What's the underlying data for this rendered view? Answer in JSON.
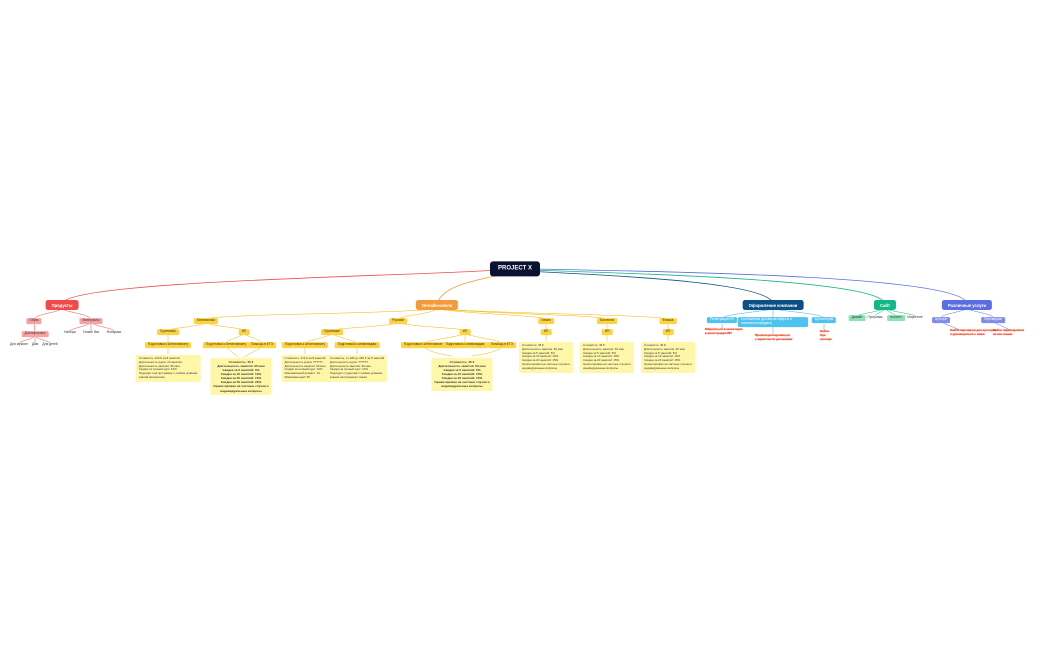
{
  "root": {
    "label": "PROJECT X"
  },
  "branches": {
    "products": {
      "label": "Продукты",
      "color": "#f04b4b"
    },
    "courses": {
      "label": "Онлайн-школа",
      "color": "#f59a3b"
    },
    "company": {
      "label": "Оформление компании",
      "color": "#0a4f86"
    },
    "smm": {
      "label": "Сайт",
      "color": "#12b886"
    },
    "services": {
      "label": "Различные услуги",
      "color": "#5b6ee1"
    }
  },
  "products": {
    "a": "Обувь",
    "b": "Материалы",
    "a1": "Для взрослых",
    "a1a": "Для мужчин",
    "a1b": "Дам",
    "a1c": "Для детей",
    "b1": "Наборы",
    "b2": "Тонкие бин",
    "b3": "Фонарики"
  },
  "courses": {
    "math": "Математика",
    "rus": "Русский",
    "chem": "Химия",
    "bio": "Биология",
    "phys": "Физика",
    "m_group": "Групповые",
    "m_ind": "ИП",
    "r_group": "Групповые",
    "r_ind": "ИП",
    "m_g1": "Подготовка к Антиплагиату",
    "m_i1": "Подготовка к Антиплагиату",
    "m_i2": "Помощь в ЕГЭ",
    "r_g1": "Подготовка к Антиплагиату",
    "r_g2": "Подготовка к олимпиадам",
    "r_i1": "Подготовка к Антиплагиату",
    "r_i2": "Подготовка к олимпиадам",
    "r_i3": "Помощь в ЕГЭ",
    "chem_ip": "ИП",
    "bio_ip": "ИП",
    "phys_ip": "ИП",
    "note_mg": [
      "Стоимость: 220 € за 8 занятий",
      "Длительность курса: 24 занятия",
      "Длительность занятия: 90 мин",
      "Скидки за полный курс: 10%",
      "Подходит под программу с любым уровнем",
      "знаний математики"
    ],
    "note_mi": [
      "Стоимость: 45 €",
      "Длительность занятия: 60 мин",
      "Скидка за 5 занятий: 5%",
      "Скидка за 10 занятий: 10%",
      "Скидка за 20 занятий: 15%",
      "Скидка за 50 занятий: 20%",
      "Ориентирован на частные случаи и",
      "индивидуальные вопросы"
    ],
    "note_rg1": [
      "Стоимость: 274 € за 8 занятий",
      "Длительность курса: ??????",
      "Длительность занятия: 90 мин",
      "Скидки за полный курс: 10%",
      "Минимальный возраст: 16",
      "Максимальный: 65"
    ],
    "note_rg2": [
      "Стоимость: от 180 до 220 € за 8 занятий",
      "Длительность курса: ??????",
      "Длительность занятия: 90 мин",
      "Скидки за полный курс: 10%",
      "Подходит студентам с любым уровнем",
      "знания иностранного языка"
    ],
    "note_ri": [
      "Стоимость: 45 €",
      "Длительность занятия: 60 мин",
      "Скидка за 5 занятий: 5%",
      "Скидка за 10 занятий: 10%",
      "Скидка за 20 занятий: 15%",
      "Ориентирован на частные случаи и",
      "индивидуальные вопросы"
    ],
    "note_chem": [
      "Стоимость: 45 €",
      "Длительность занятия: 60 мин",
      "Скидка за 5 занятий: 5%",
      "Скидка за 10 занятий: 10%",
      "Скидка за 20 занятий: 15%",
      "Ориентирован на частные случаи и",
      "индивидуальные вопросы"
    ],
    "note_bio": [
      "Стоимость: 45 €",
      "Длительность занятия: 60 мин",
      "Скидка за 5 занятий: 5%",
      "Скидка за 10 занятий: 10%",
      "Скидка за 20 занятий: 15%",
      "Ориентирован на частные случаи и",
      "индивидуальные вопросы"
    ],
    "note_phys": [
      "Стоимость: 45 €",
      "Длительность занятия: 60 мин",
      "Скидка за 5 занятий: 5%",
      "Скидка за 10 занятий: 10%",
      "Скидка за 20 занятий: 15%",
      "Ориентирован на частные случаи и",
      "индивидуальные вопросы"
    ]
  },
  "company": {
    "c1": "Регистрация ИП",
    "c2": "Составление договоров оферты и политики конфиденц",
    "c3": "Бухгалтерия",
    "red1": [
      "Обратиться в налоговую",
      "в регистрации ИП"
    ],
    "red2": [
      "Проконсультироваться",
      "с юристом по договорам"
    ],
    "red3": [
      "Найти",
      "бух-",
      "галтера"
    ]
  },
  "smm": {
    "s1": "Дизайн",
    "s2": "Программ",
    "s3": "Контент",
    "s4": "Маркетинг"
  },
  "services": {
    "v1": "Аутсорс",
    "v2": "Переводчик",
    "red1": [
      "Найти партнёров для аутсорса",
      "и договориться с ними"
    ],
    "red2": [
      "Найти переводчиков",
      "на все языки"
    ]
  }
}
